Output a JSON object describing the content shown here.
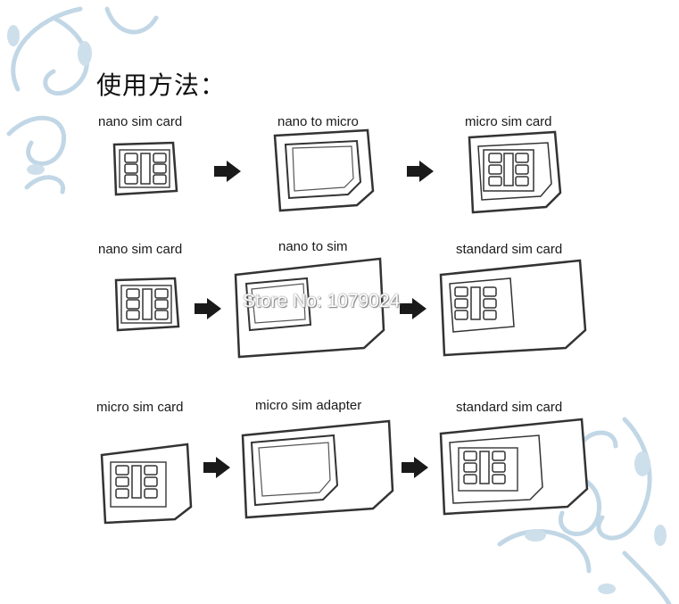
{
  "title": "使用方法：",
  "rows": [
    {
      "labels": [
        "nano sim card",
        "nano to micro",
        "micro sim card"
      ]
    },
    {
      "labels": [
        "nano sim card",
        "nano to sim",
        "standard sim card"
      ]
    },
    {
      "labels": [
        "micro sim card",
        "micro sim adapter",
        "standard sim card"
      ]
    }
  ],
  "watermark": "Store No: 1079024",
  "colors": {
    "line": "#333333",
    "decoration": "#b7cfe0",
    "arrow": "#1a1a1a"
  },
  "icons": {
    "arrow": "right-arrow-icon",
    "decoration": "floral-swirl"
  }
}
